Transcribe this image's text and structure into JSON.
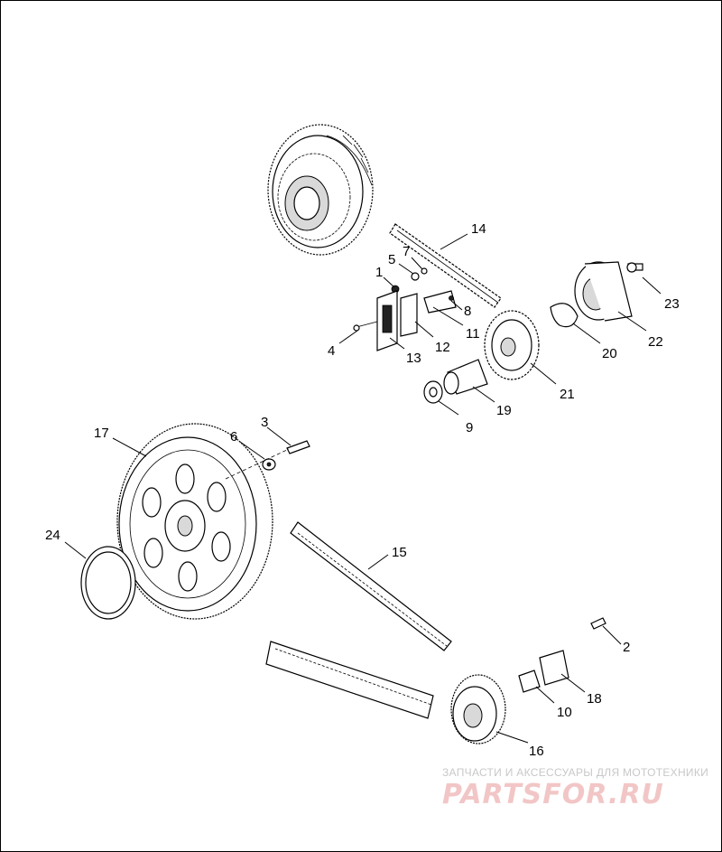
{
  "callouts": [
    {
      "id": "c1",
      "text": "1"
    },
    {
      "id": "c2",
      "text": "2"
    },
    {
      "id": "c3",
      "text": "3"
    },
    {
      "id": "c4",
      "text": "4"
    },
    {
      "id": "c5",
      "text": "5"
    },
    {
      "id": "c6",
      "text": "6"
    },
    {
      "id": "c7",
      "text": "7"
    },
    {
      "id": "c8",
      "text": "8"
    },
    {
      "id": "c9",
      "text": "9"
    },
    {
      "id": "c10",
      "text": "10"
    },
    {
      "id": "c11",
      "text": "11"
    },
    {
      "id": "c12",
      "text": "12"
    },
    {
      "id": "c13",
      "text": "13"
    },
    {
      "id": "c14",
      "text": "14"
    },
    {
      "id": "c15",
      "text": "15"
    },
    {
      "id": "c16",
      "text": "16"
    },
    {
      "id": "c17",
      "text": "17"
    },
    {
      "id": "c18",
      "text": "18"
    },
    {
      "id": "c19",
      "text": "19"
    },
    {
      "id": "c20",
      "text": "20"
    },
    {
      "id": "c21",
      "text": "21"
    },
    {
      "id": "c22",
      "text": "22"
    },
    {
      "id": "c23",
      "text": "23"
    },
    {
      "id": "c24",
      "text": "24"
    }
  ],
  "watermark": {
    "subtitle": "ЗАПЧАСТИ И АКСЕССУАРЫ ДЛЯ МОТОТЕХНИКИ",
    "logo": "PARTSFOR.RU",
    "logo_color": "#f2c6c6"
  }
}
